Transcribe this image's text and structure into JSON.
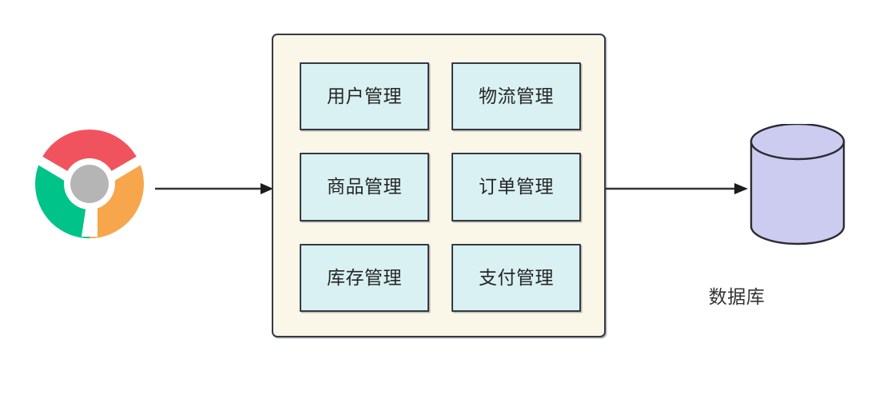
{
  "diagram": {
    "title": "System Architecture Diagram",
    "background_color": "#ffffff"
  },
  "browser_node": {
    "icon": "chrome-logo-icon",
    "label": "",
    "colors": {
      "red": "#f1535e",
      "green": "#00c389",
      "orange": "#f7a64c",
      "center": "#b5b5b5",
      "ring": "#ffffff"
    }
  },
  "system_container": {
    "fill": "#fbf7e8",
    "border": "#333a44",
    "modules": [
      {
        "label": "用户管理"
      },
      {
        "label": "物流管理"
      },
      {
        "label": "商品管理"
      },
      {
        "label": "订单管理"
      },
      {
        "label": "库存管理"
      },
      {
        "label": "支付管理"
      }
    ],
    "module_fill": "#d9f1f2",
    "module_border": "#333a44"
  },
  "database_node": {
    "icon": "database-cylinder-icon",
    "label": "数据库",
    "fill": "#ccccf0",
    "border": "#2b2b33"
  },
  "connectors": [
    {
      "name": "browser-to-system",
      "direction": "right",
      "color": "#333333"
    },
    {
      "name": "system-to-database",
      "direction": "right",
      "color": "#333333"
    }
  ]
}
